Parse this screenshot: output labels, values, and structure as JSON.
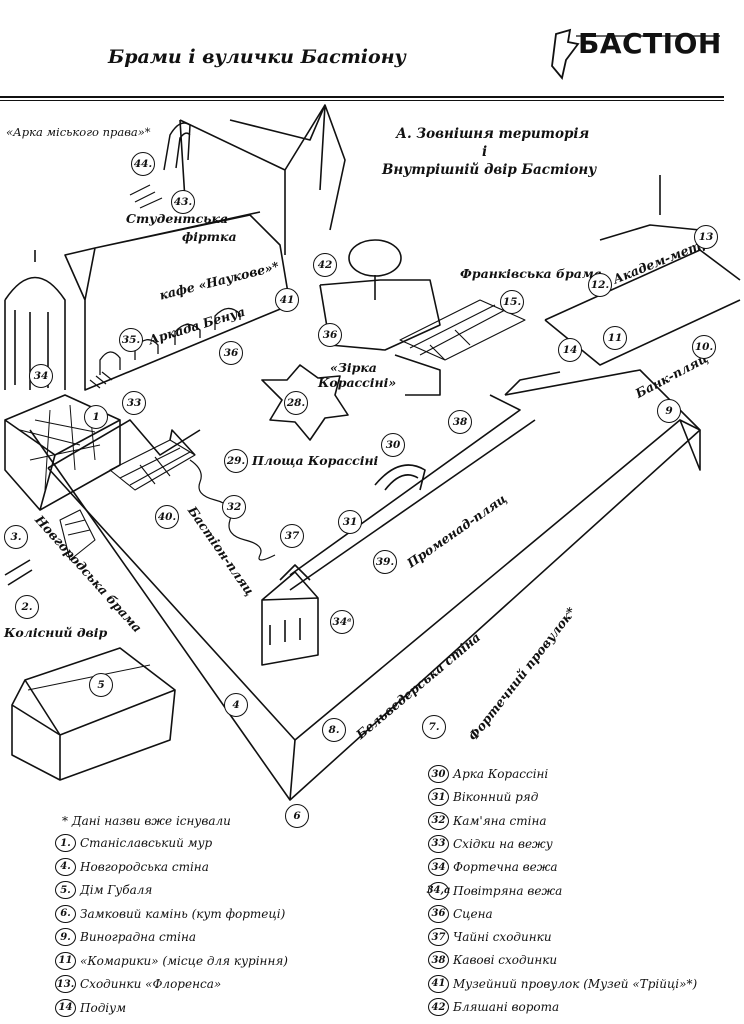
{
  "header": {
    "title": "Брами і вулички Бастіону",
    "logo_text": "БАСТІОН"
  },
  "section_heading": {
    "line1": "А. Зовнішня територія",
    "line2": "і",
    "line3": "Внутрішній двір Бастіону"
  },
  "map_labels": {
    "arka_miskoho_prava": "«Арка міського права»*",
    "studentska_firtka_1": "Студентська",
    "studentska_firtka_2": "фіртка",
    "kafe_naukove": "кафе «Наукове»*",
    "arkada_benua": "Аркада Бенуа",
    "zirka_1": "«Зірка",
    "zirka_2": "Корассіні»",
    "ploshcha": "Площа Корассіні",
    "bastion_plats": "Бастіон-пляц",
    "promenad_plats": "Променад-пляц",
    "frankivska_brama": "Франківська брама",
    "akadem_metr": "Академ-метр",
    "bank_plats": "Банк-пляц",
    "novhorodska_brama": "Новгородська брама",
    "kolisnyi_dvir": "Колісний двір",
    "belvederska_stina": "Бельведерська стіна",
    "fortechnyi_provulok": "Фортечний провулок*"
  },
  "map_numbers": {
    "n44": "44.",
    "n43": "43.",
    "n42": "42",
    "n13": "13",
    "n12": "12.",
    "n15": "15.",
    "n11": "11",
    "n10": "10.",
    "n14": "14",
    "n9": "9",
    "n41": "41",
    "n36a": "36",
    "n35": "35.",
    "n36b": "36",
    "n34top": "34",
    "n33": "33",
    "n1": "1",
    "n28": "28.",
    "n38": "38",
    "n30": "30",
    "n29": "29.",
    "n40": "40.",
    "n32": "32",
    "n31": "31",
    "n37": "37",
    "n39": "39.",
    "n3": "3.",
    "n2": "2.",
    "n5": "5",
    "n4": "4",
    "n34a": "34ᵃ",
    "n8": "8.",
    "n7": "7.",
    "n6": "6"
  },
  "footnote": "* Дані назви вже існували",
  "legend_left": [
    {
      "num": "1.",
      "text": "Станіславський мур"
    },
    {
      "num": "4.",
      "text": "Новгородська стіна"
    },
    {
      "num": "5.",
      "text": "Дім Губаля"
    },
    {
      "num": "6.",
      "text": "Замковий камінь (кут фортеці)"
    },
    {
      "num": "9.",
      "text": "Виноградна стіна"
    },
    {
      "num": "11",
      "text": "«Комарики» (місце для куріння)"
    },
    {
      "num": "13.",
      "text": "Сходинки «Флоренса»"
    },
    {
      "num": "14",
      "text": "Подіум"
    }
  ],
  "legend_right": [
    {
      "num": "30",
      "text": "Арка Корассіні"
    },
    {
      "num": "31",
      "text": "Віконний ряд"
    },
    {
      "num": "32",
      "text": "Кам'яна стіна"
    },
    {
      "num": "33",
      "text": "Східки на вежу"
    },
    {
      "num": "34",
      "text": "Фортечна вежа"
    },
    {
      "num": "34,a",
      "text": "Повітряна вежа"
    },
    {
      "num": "36",
      "text": "Сцена"
    },
    {
      "num": "37",
      "text": "Чайні сходинки"
    },
    {
      "num": "38",
      "text": "Кавові сходинки"
    },
    {
      "num": "41",
      "text": "Музейний провулок (Музей «Трійці»*)"
    },
    {
      "num": "42",
      "text": "Бляшані ворота"
    }
  ]
}
